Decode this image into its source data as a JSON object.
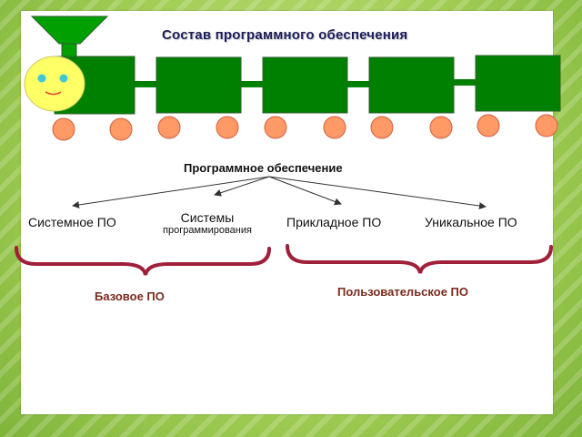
{
  "title": "Состав программного обеспечения",
  "root": "Программное обеспечение",
  "nodes": {
    "system": "Системное ПО",
    "programming_line1": "Системы",
    "programming_line2": "программирования",
    "applied": "Прикладное ПО",
    "unique": "Уникальное ПО"
  },
  "groups": {
    "base": "Базовое ПО",
    "user": "Пользовательское ПО"
  },
  "colors": {
    "wagon": "#008000",
    "wheel": "#ff9966",
    "face": "#ffff66",
    "funnel": "#00a000",
    "brace": "#a0203a",
    "group_text": "#7a2a1e"
  }
}
